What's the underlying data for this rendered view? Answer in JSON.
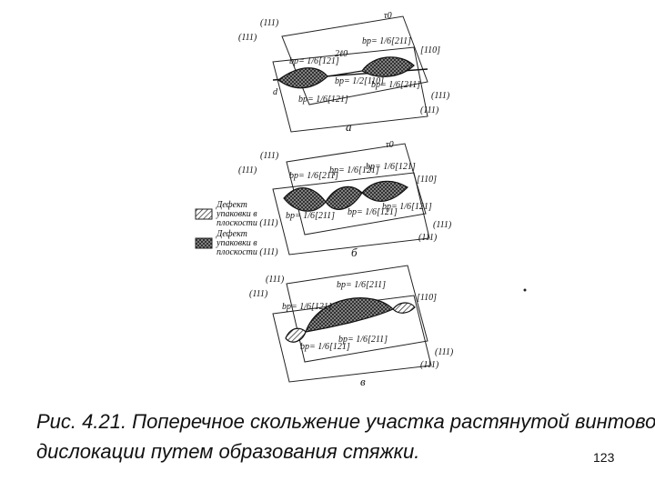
{
  "caption": {
    "line1": "Рис. 4.21. Поперечное скольжение участка растянутой винтовой",
    "line2": "дислокации путем образования стяжки.",
    "page_number": "123"
  },
  "panels": [
    {
      "id": "a",
      "sublabel": "а",
      "plane_top_1": "(111)",
      "plane_top_2": "(111)",
      "plane_bot_1": "(111)",
      "plane_bot_2": "(111)",
      "direction": "[110]",
      "tau": "τ0",
      "width": "2ℓ0",
      "d": "d",
      "b1": "bp= 1/6[121]",
      "b2": "bp= 1/6[211]",
      "b3": "bp= 1/2[110]",
      "b4": "bp= 1/6[121]",
      "b5": "bp= 1/6[211]"
    },
    {
      "id": "b",
      "sublabel": "б",
      "plane_top_1": "(111)",
      "plane_top_2": "(111)",
      "plane_bot_1": "(111)",
      "plane_bot_2": "(111)",
      "direction": "[110]",
      "tau": "τ0",
      "b1": "bp= 1/6[211]",
      "b2": "bp= 1/6[121]",
      "b3": "bp= 1/6[121]",
      "b4": "bp= 1/6[211]",
      "b5": "bp= 1/6[121]",
      "b6": "bp= 1/6[121]"
    },
    {
      "id": "c",
      "sublabel": "в",
      "plane_top_1": "(111)",
      "plane_top_2": "(111)",
      "plane_bot_1": "(111)",
      "plane_bot_2": "(111)",
      "direction": "[110]",
      "b1": "bp= 1/6[121]",
      "b2": "bp= 1/6[211]",
      "b3": "bp= 1/6[121]",
      "b4": "bp= 1/6[211]"
    }
  ],
  "legend": {
    "item1_line1": "Дефект",
    "item1_line2": "упаковки в",
    "item1_line3": "плоскости (111)",
    "item2_line1": "Дефект",
    "item2_line2": "упаковки в",
    "item2_line3": "плоскости (111)"
  }
}
